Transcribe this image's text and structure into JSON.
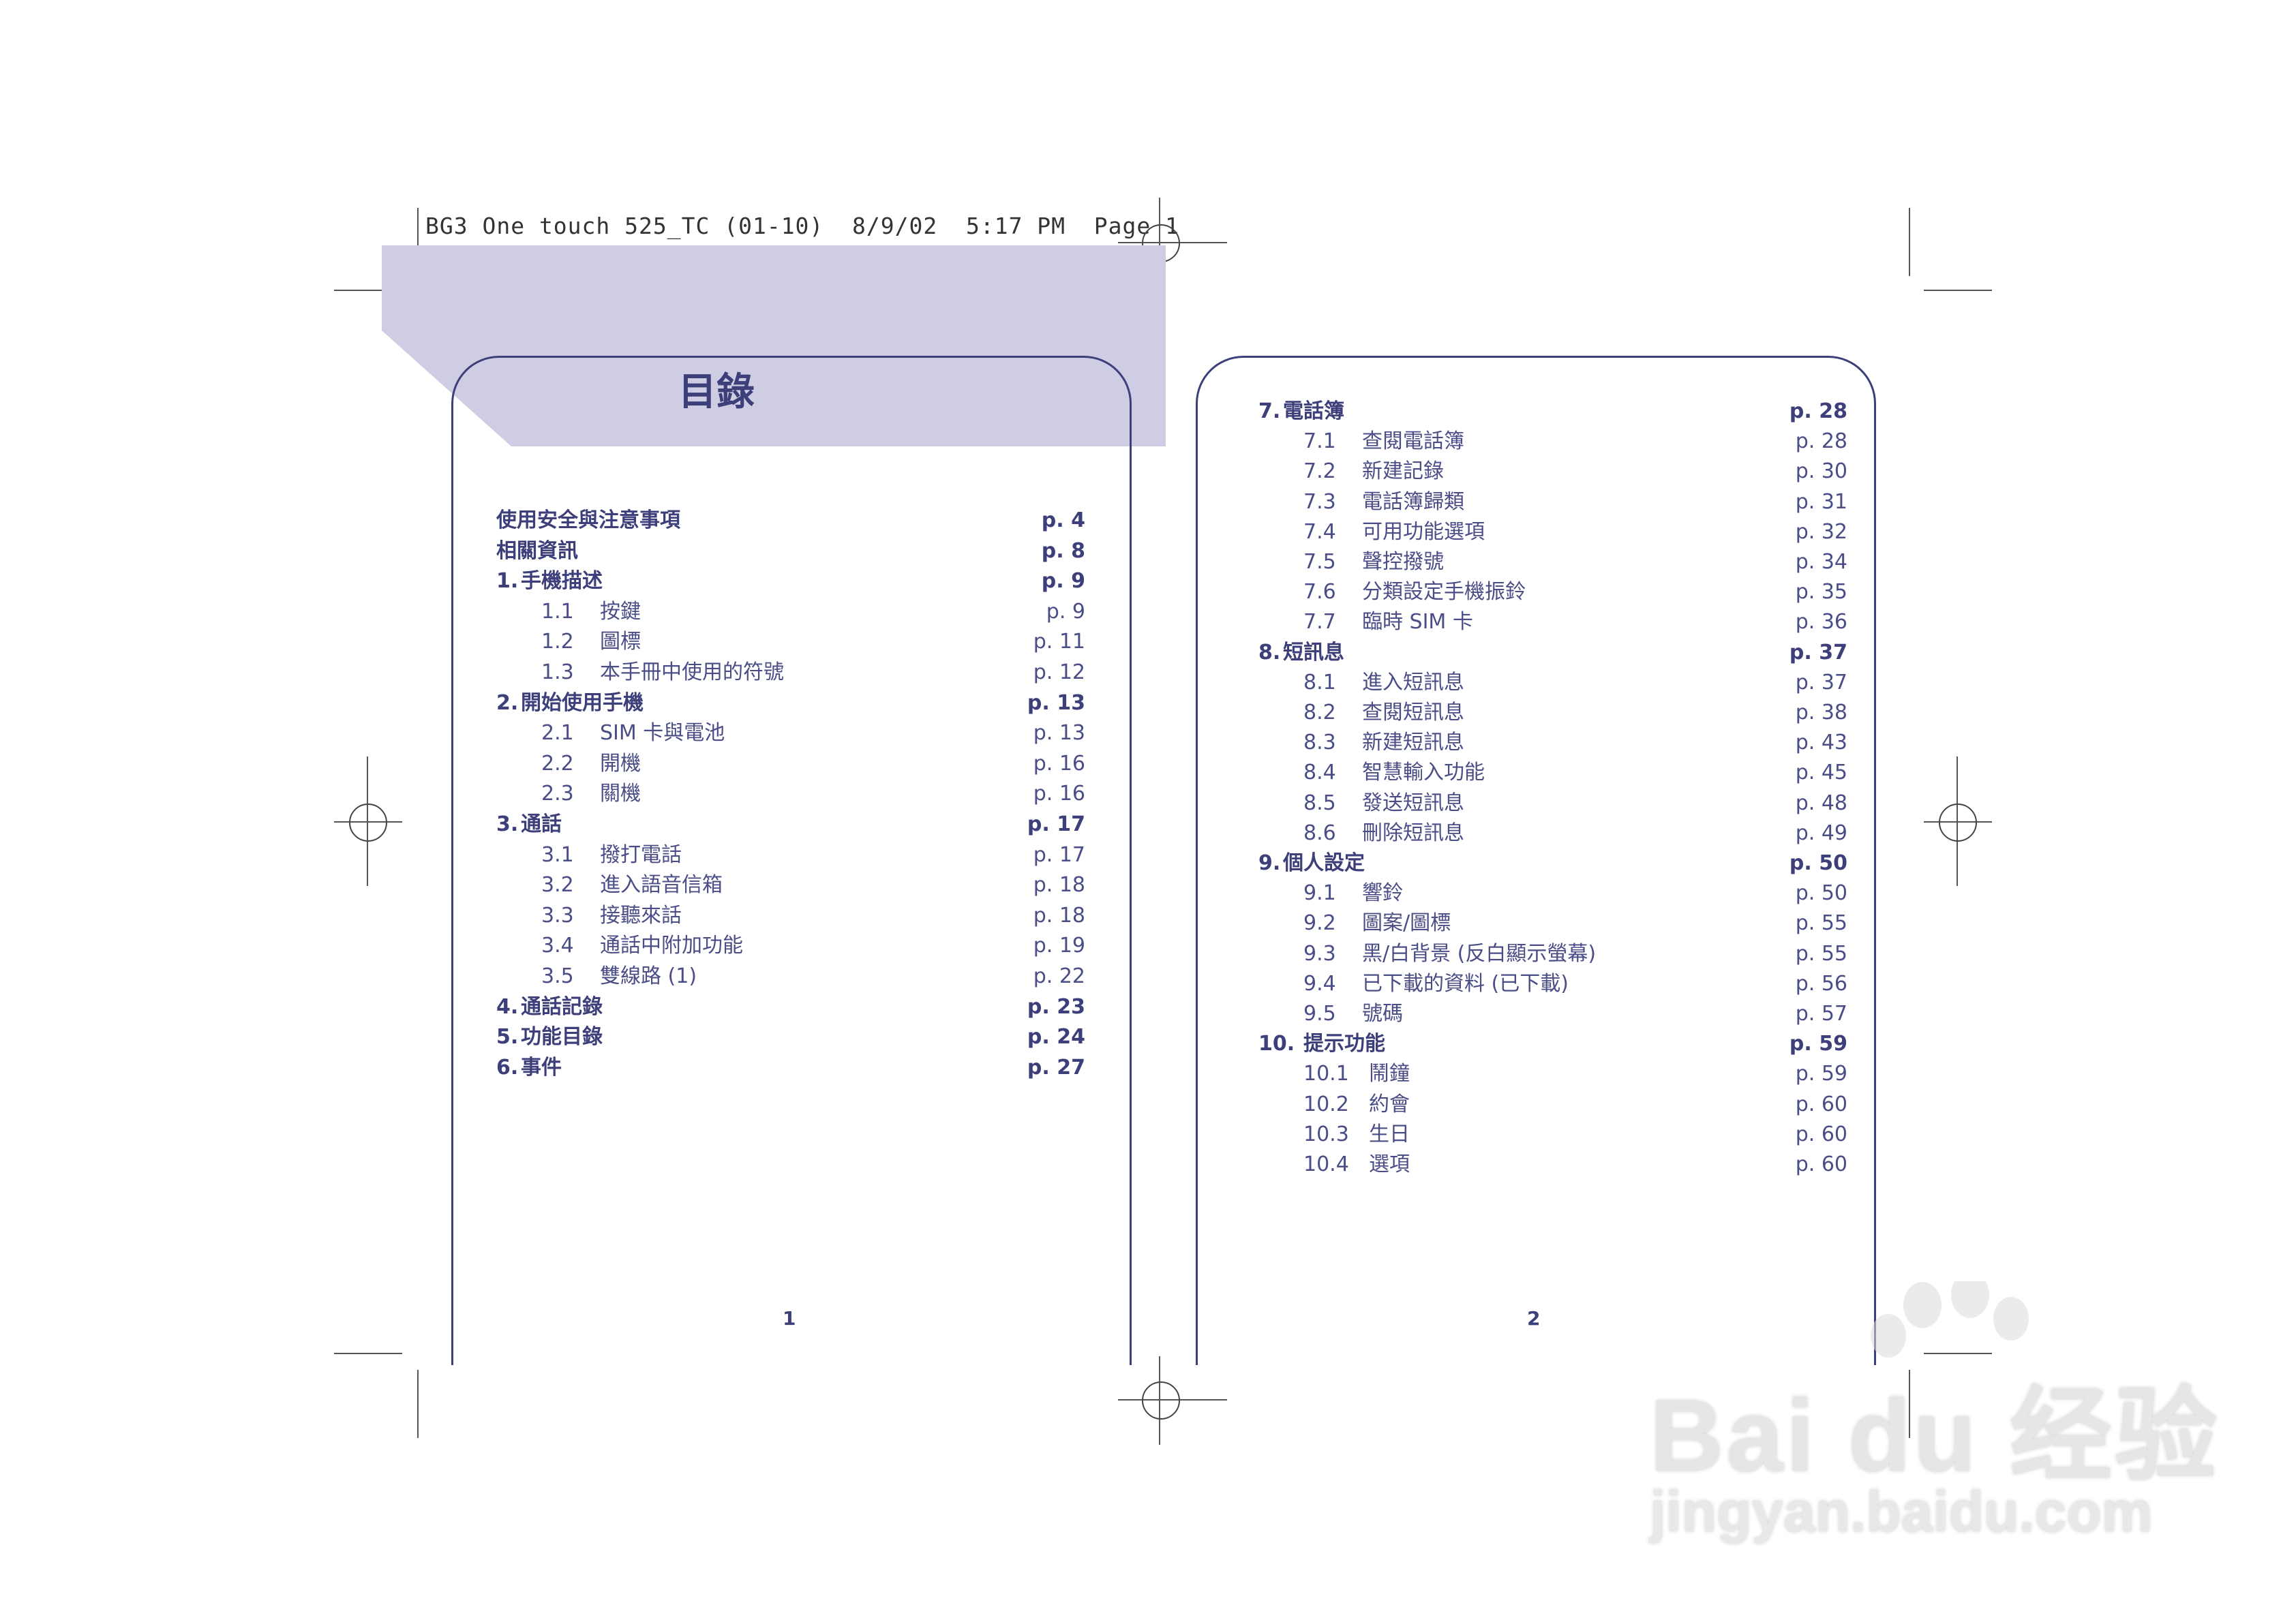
{
  "slug": "BG3 One touch 525_TC (01-10)  8/9/02  5:17 PM  Page 1",
  "colors": {
    "ink": "#3c3f7a",
    "band": "#cfcde3"
  },
  "left_page": {
    "title": "目錄",
    "folio": "1",
    "entries": [
      {
        "num": "",
        "label": "使用安全與注意事項",
        "page": "p.  4",
        "level": "section"
      },
      {
        "num": "",
        "label": "相關資訊",
        "page": "p.  8",
        "level": "section"
      },
      {
        "num": "1.",
        "label": "手機描述",
        "page": "p.  9",
        "level": "section"
      },
      {
        "num": "1.1",
        "label": "按鍵",
        "page": "p.  9",
        "level": "sub"
      },
      {
        "num": "1.2",
        "label": "圖標",
        "page": "p. 11",
        "level": "sub"
      },
      {
        "num": "1.3",
        "label": "本手冊中使用的符號",
        "page": "p. 12",
        "level": "sub"
      },
      {
        "num": "2.",
        "label": "開始使用手機",
        "page": "p. 13",
        "level": "section"
      },
      {
        "num": "2.1",
        "label": "SIM 卡與電池",
        "page": "p. 13",
        "level": "sub"
      },
      {
        "num": "2.2",
        "label": "開機",
        "page": "p. 16",
        "level": "sub"
      },
      {
        "num": "2.3",
        "label": "關機",
        "page": "p. 16",
        "level": "sub"
      },
      {
        "num": "3.",
        "label": "通話",
        "page": "p. 17",
        "level": "section"
      },
      {
        "num": "3.1",
        "label": "撥打電話",
        "page": "p. 17",
        "level": "sub"
      },
      {
        "num": "3.2",
        "label": "進入語音信箱",
        "page": "p. 18",
        "level": "sub"
      },
      {
        "num": "3.3",
        "label": "接聽來話",
        "page": "p. 18",
        "level": "sub"
      },
      {
        "num": "3.4",
        "label": "通話中附加功能",
        "page": "p. 19",
        "level": "sub"
      },
      {
        "num": "3.5",
        "label": "雙線路 (1)",
        "page": "p. 22",
        "level": "sub"
      },
      {
        "num": "4.",
        "label": "通話記錄",
        "page": "p. 23",
        "level": "section"
      },
      {
        "num": "5.",
        "label": "功能目錄",
        "page": "p. 24",
        "level": "section"
      },
      {
        "num": "6.",
        "label": "事件",
        "page": "p. 27",
        "level": "section"
      }
    ]
  },
  "right_page": {
    "folio": "2",
    "entries": [
      {
        "num": "7.",
        "label": "電話簿",
        "page": "p. 28",
        "level": "section"
      },
      {
        "num": "7.1",
        "label": "查閱電話簿",
        "page": "p. 28",
        "level": "sub"
      },
      {
        "num": "7.2",
        "label": "新建記錄",
        "page": "p. 30",
        "level": "sub"
      },
      {
        "num": "7.3",
        "label": "電話簿歸類",
        "page": "p. 31",
        "level": "sub"
      },
      {
        "num": "7.4",
        "label": "可用功能選項",
        "page": "p. 32",
        "level": "sub"
      },
      {
        "num": "7.5",
        "label": "聲控撥號",
        "page": "p. 34",
        "level": "sub"
      },
      {
        "num": "7.6",
        "label": "分類設定手機振鈴",
        "page": "p. 35",
        "level": "sub"
      },
      {
        "num": "7.7",
        "label": "臨時 SIM 卡",
        "page": "p. 36",
        "level": "sub"
      },
      {
        "num": "8.",
        "label": "短訊息",
        "page": "p. 37",
        "level": "section"
      },
      {
        "num": "8.1",
        "label": "進入短訊息",
        "page": "p. 37",
        "level": "sub"
      },
      {
        "num": "8.2",
        "label": "查閱短訊息",
        "page": "p. 38",
        "level": "sub"
      },
      {
        "num": "8.3",
        "label": "新建短訊息",
        "page": "p. 43",
        "level": "sub"
      },
      {
        "num": "8.4",
        "label": "智慧輸入功能",
        "page": "p. 45",
        "level": "sub"
      },
      {
        "num": "8.5",
        "label": "發送短訊息",
        "page": "p. 48",
        "level": "sub"
      },
      {
        "num": "8.6",
        "label": "刪除短訊息",
        "page": "p. 49",
        "level": "sub"
      },
      {
        "num": "9.",
        "label": "個人設定",
        "page": "p. 50",
        "level": "section"
      },
      {
        "num": "9.1",
        "label": "響鈴",
        "page": "p. 50",
        "level": "sub"
      },
      {
        "num": "9.2",
        "label": "圖案/圖標",
        "page": "p. 55",
        "level": "sub"
      },
      {
        "num": "9.3",
        "label": "黑/白背景 (反白顯示螢幕)",
        "page": "p. 55",
        "level": "sub"
      },
      {
        "num": "9.4",
        "label": "已下載的資料 (已下載)",
        "page": "p. 56",
        "level": "sub"
      },
      {
        "num": "9.5",
        "label": "號碼",
        "page": "p. 57",
        "level": "sub"
      },
      {
        "num": "10.",
        "label": "提示功能",
        "page": "p. 59",
        "level": "section"
      },
      {
        "num": "10.1",
        "label": "鬧鐘",
        "page": "p. 59",
        "level": "sub"
      },
      {
        "num": "10.2",
        "label": "約會",
        "page": "p. 60",
        "level": "sub"
      },
      {
        "num": "10.3",
        "label": "生日",
        "page": "p. 60",
        "level": "sub"
      },
      {
        "num": "10.4",
        "label": "選項",
        "page": "p. 60",
        "level": "sub"
      }
    ]
  },
  "watermark": {
    "brand": "Bai du 经验",
    "url": "jingyan.baidu.com"
  }
}
